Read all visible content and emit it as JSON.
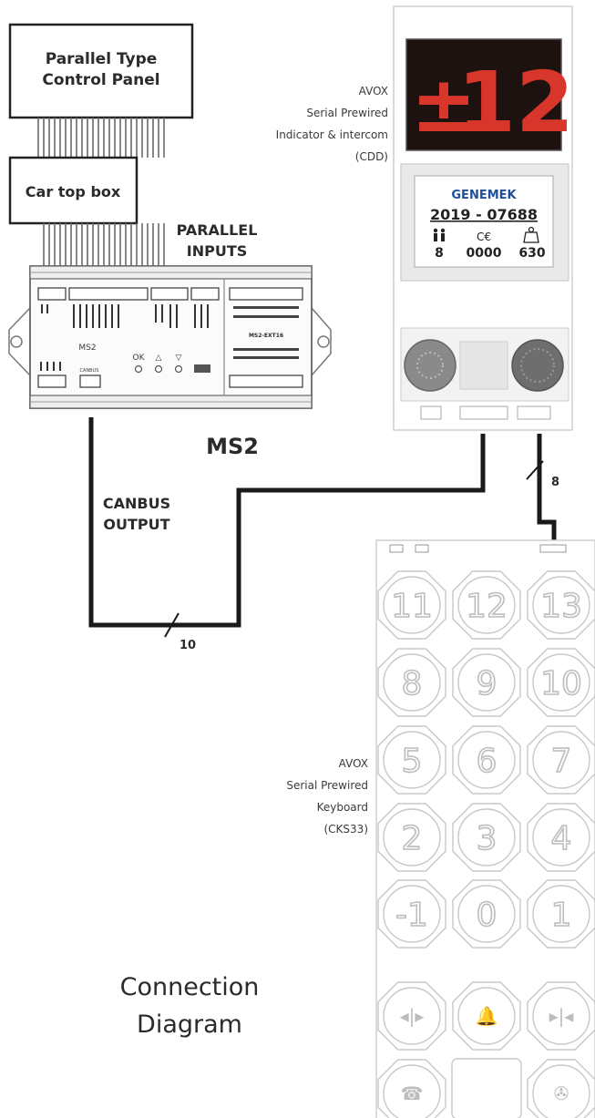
{
  "boxes": {
    "control_panel_line1": "Parallel Type",
    "control_panel_line2": "Control Panel",
    "car_top_box": "Car top box"
  },
  "parallel_inputs": {
    "line1": "PARALLEL",
    "line2": "INPUTS"
  },
  "ms2": {
    "title": "MS2",
    "inner_label": "MS2",
    "ext_label": "MS2-EXT16",
    "canbus_small": "CANBUS",
    "ok_label": "OK",
    "up_symbol": "△",
    "down_symbol": "▽"
  },
  "canbus_output": {
    "line1": "CANBUS",
    "line2": "OUTPUT",
    "wire_count": "10"
  },
  "indicator": {
    "desc_line1": "AVOX",
    "desc_line2": "Serial Prewired",
    "desc_line3": "Indicator & intercom",
    "desc_line4": "(CDD)",
    "display_symbol": "±",
    "display_value": "12",
    "wire_count": "8"
  },
  "plate": {
    "brand": "GENEMEK",
    "serial": "2019 - 07688",
    "persons_icon": "persons-icon",
    "ce_mark": "C€",
    "weight_icon": "weight-icon",
    "persons": "8",
    "cert": "0000",
    "load": "630"
  },
  "keyboard": {
    "desc_line1": "AVOX",
    "desc_line2": "Serial Prewired",
    "desc_line3": "Keyboard",
    "desc_line4": "(CKS33)",
    "keys": [
      "11",
      "12",
      "13",
      "8",
      "9",
      "10",
      "5",
      "6",
      "7",
      "2",
      "3",
      "4",
      "-1",
      "0",
      "1"
    ],
    "function_keys": [
      "door-open-icon",
      "alarm-bell-icon",
      "door-close-icon",
      "phone-icon",
      "fan-icon"
    ]
  },
  "caption": {
    "line1": "Connection",
    "line2": "Diagram"
  },
  "colors": {
    "wire": "#1a1a1a",
    "display_bg": "#1e1210",
    "display_led": "#d9362b",
    "plate_brand": "#1f4f9a",
    "device_outline": "#d0d0d0"
  }
}
